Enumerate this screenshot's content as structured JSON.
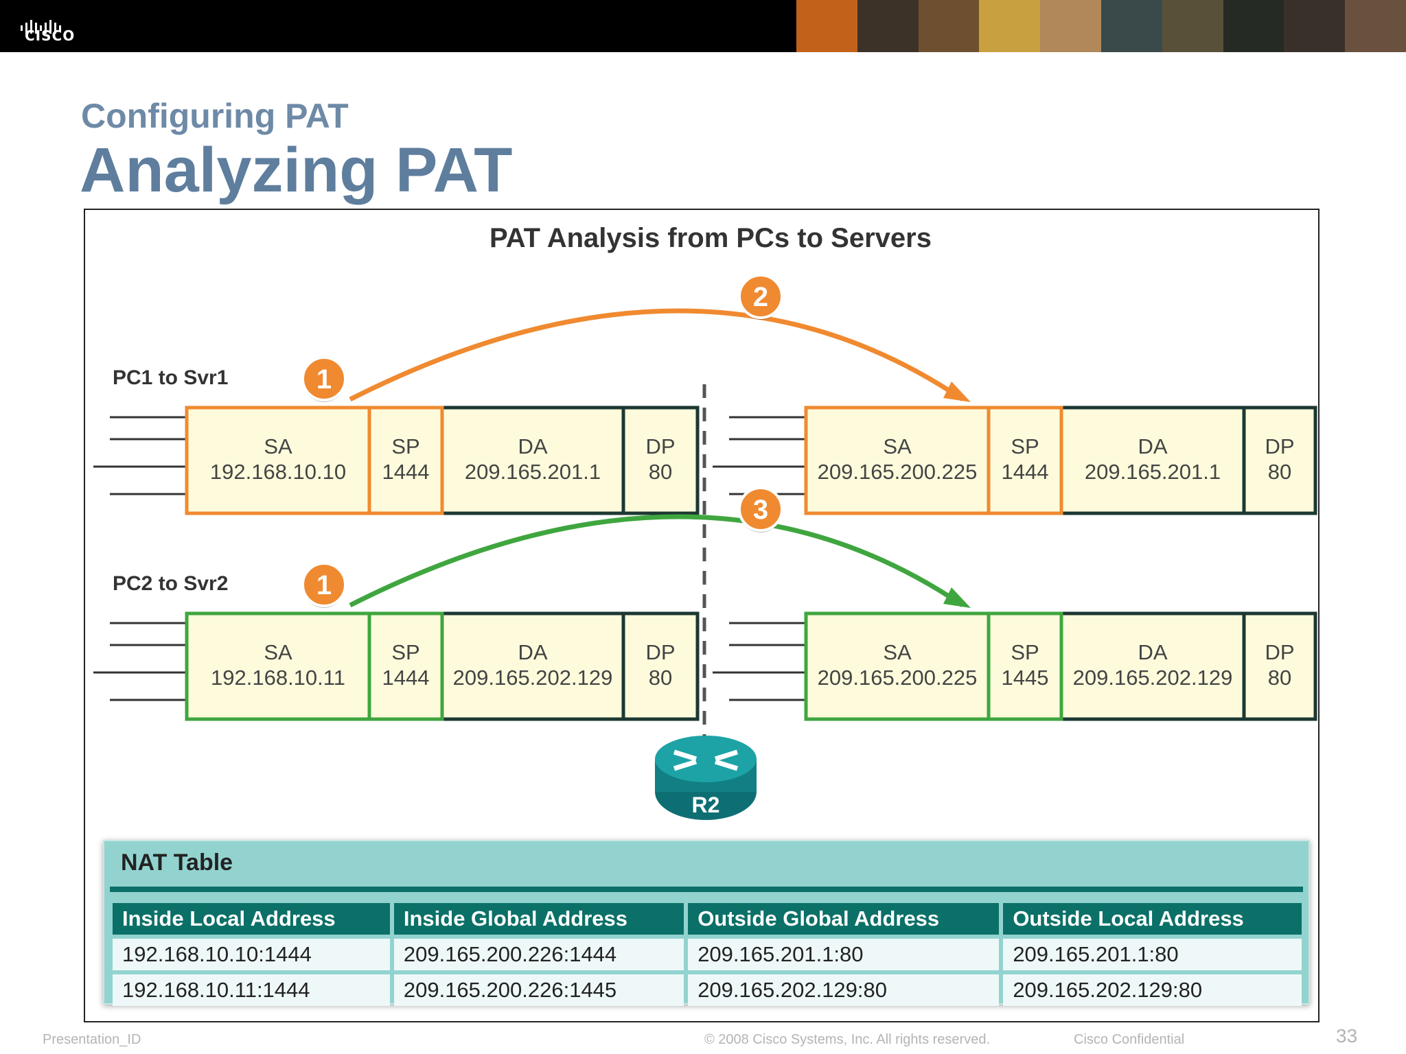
{
  "header": {
    "brand": "CISCO",
    "photo_colors": [
      "#c2621a",
      "#3c3228",
      "#6e5030",
      "#c8a040",
      "#b0885a",
      "#3a4a4a",
      "#585038",
      "#262a24",
      "#3a302a",
      "#6a503e"
    ]
  },
  "slide": {
    "subtitle": "Configuring PAT",
    "title": "Analyzing PAT"
  },
  "diagram": {
    "heading": "PAT Analysis from PCs to Servers",
    "flows": [
      {
        "label": "PC1 to Svr1",
        "color": "#f08a30",
        "step_left": "1",
        "step_right": "2",
        "before": [
          {
            "h": "SA",
            "v": "192.168.10.10",
            "hl": true
          },
          {
            "h": "SP",
            "v": "1444",
            "hl": true
          },
          {
            "h": "DA",
            "v": "209.165.201.1",
            "hl": false
          },
          {
            "h": "DP",
            "v": "80",
            "hl": false
          }
        ],
        "after": [
          {
            "h": "SA",
            "v": "209.165.200.225",
            "hl": true
          },
          {
            "h": "SP",
            "v": "1444",
            "hl": true
          },
          {
            "h": "DA",
            "v": "209.165.201.1",
            "hl": false
          },
          {
            "h": "DP",
            "v": "80",
            "hl": false
          }
        ]
      },
      {
        "label": "PC2 to Svr2",
        "color": "#3fa63f",
        "step_left": "1",
        "step_right": "3",
        "before": [
          {
            "h": "SA",
            "v": "192.168.10.11",
            "hl": true
          },
          {
            "h": "SP",
            "v": "1444",
            "hl": true
          },
          {
            "h": "DA",
            "v": "209.165.202.129",
            "hl": false
          },
          {
            "h": "DP",
            "v": "80",
            "hl": false
          }
        ],
        "after": [
          {
            "h": "SA",
            "v": "209.165.200.225",
            "hl": true
          },
          {
            "h": "SP",
            "v": "1445",
            "hl": true
          },
          {
            "h": "DA",
            "v": "209.165.202.129",
            "hl": false
          },
          {
            "h": "DP",
            "v": "80",
            "hl": false
          }
        ]
      }
    ],
    "router": {
      "label": "R2"
    },
    "colors": {
      "cell_fill": "#fdfbdc",
      "dark_border": "#1d3833",
      "step_fill": "#f08a30",
      "router": "#138a8e"
    }
  },
  "nat_table": {
    "title": "NAT Table",
    "columns": [
      "Inside Local Address",
      "Inside Global Address",
      "Outside Global Address",
      "Outside Local Address"
    ],
    "rows": [
      [
        "192.168.10.10:1444",
        "209.165.200.226:1444",
        "209.165.201.1:80",
        "209.165.201.1:80"
      ],
      [
        "192.168.10.11:1444",
        "209.165.200.226:1445",
        "209.165.202.129:80",
        "209.165.202.129:80"
      ]
    ]
  },
  "footer": {
    "presentation_id": "Presentation_ID",
    "copyright": "© 2008 Cisco Systems, Inc. All rights reserved.",
    "confidential": "Cisco Confidential",
    "page": "33"
  }
}
